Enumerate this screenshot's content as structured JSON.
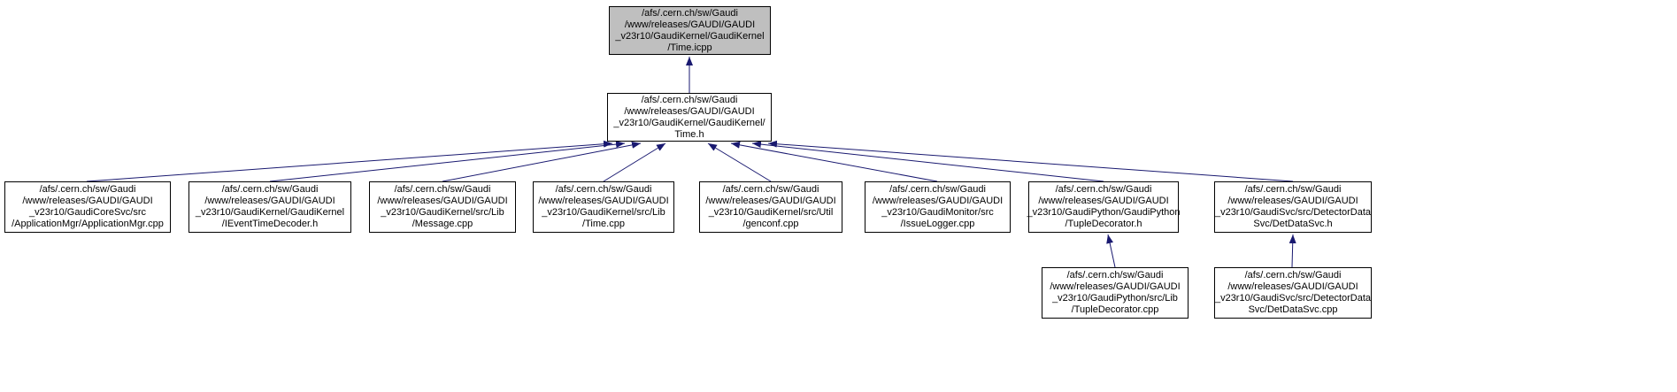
{
  "colors": {
    "edge": "#191970",
    "node_border": "#000000",
    "node_fill": "#ffffff",
    "highlighted_node_fill": "#bfbfbf"
  },
  "nodes": [
    {
      "id": "time-icpp",
      "highlighted": true,
      "label": "/afs/.cern.ch/sw/Gaudi\n/www/releases/GAUDI/GAUDI\n_v23r10/GaudiKernel/GaudiKernel\n/Time.icpp"
    },
    {
      "id": "time-h",
      "highlighted": false,
      "label": "/afs/.cern.ch/sw/Gaudi\n/www/releases/GAUDI/GAUDI\n_v23r10/GaudiKernel/GaudiKernel/\nTime.h"
    },
    {
      "id": "applicationmgr-cpp",
      "highlighted": false,
      "label": "/afs/.cern.ch/sw/Gaudi\n/www/releases/GAUDI/GAUDI\n_v23r10/GaudiCoreSvc/src\n/ApplicationMgr/ApplicationMgr.cpp"
    },
    {
      "id": "ieventtimedecoder-h",
      "highlighted": false,
      "label": "/afs/.cern.ch/sw/Gaudi\n/www/releases/GAUDI/GAUDI\n_v23r10/GaudiKernel/GaudiKernel\n/IEventTimeDecoder.h"
    },
    {
      "id": "message-cpp",
      "highlighted": false,
      "label": "/afs/.cern.ch/sw/Gaudi\n/www/releases/GAUDI/GAUDI\n_v23r10/GaudiKernel/src/Lib\n/Message.cpp"
    },
    {
      "id": "time-cpp",
      "highlighted": false,
      "label": "/afs/.cern.ch/sw/Gaudi\n/www/releases/GAUDI/GAUDI\n_v23r10/GaudiKernel/src/Lib\n/Time.cpp"
    },
    {
      "id": "genconf-cpp",
      "highlighted": false,
      "label": "/afs/.cern.ch/sw/Gaudi\n/www/releases/GAUDI/GAUDI\n_v23r10/GaudiKernel/src/Util\n/genconf.cpp"
    },
    {
      "id": "issuelogger-cpp",
      "highlighted": false,
      "label": "/afs/.cern.ch/sw/Gaudi\n/www/releases/GAUDI/GAUDI\n_v23r10/GaudiMonitor/src\n/IssueLogger.cpp"
    },
    {
      "id": "tupledecorator-h",
      "highlighted": false,
      "label": "/afs/.cern.ch/sw/Gaudi\n/www/releases/GAUDI/GAUDI\n_v23r10/GaudiPython/GaudiPython\n/TupleDecorator.h"
    },
    {
      "id": "detdatasvc-h",
      "highlighted": false,
      "label": "/afs/.cern.ch/sw/Gaudi\n/www/releases/GAUDI/GAUDI\n_v23r10/GaudiSvc/src/DetectorData\nSvc/DetDataSvc.h"
    },
    {
      "id": "tupledecorator-cpp",
      "highlighted": false,
      "label": "/afs/.cern.ch/sw/Gaudi\n/www/releases/GAUDI/GAUDI\n_v23r10/GaudiPython/src/Lib\n/TupleDecorator.cpp"
    },
    {
      "id": "detdatasvc-cpp",
      "highlighted": false,
      "label": "/afs/.cern.ch/sw/Gaudi\n/www/releases/GAUDI/GAUDI\n_v23r10/GaudiSvc/src/DetectorData\nSvc/DetDataSvc.cpp"
    }
  ],
  "edges": [
    {
      "from": "time-h",
      "to": "time-icpp"
    },
    {
      "from": "applicationmgr-cpp",
      "to": "time-h"
    },
    {
      "from": "ieventtimedecoder-h",
      "to": "time-h"
    },
    {
      "from": "message-cpp",
      "to": "time-h"
    },
    {
      "from": "time-cpp",
      "to": "time-h"
    },
    {
      "from": "genconf-cpp",
      "to": "time-h"
    },
    {
      "from": "issuelogger-cpp",
      "to": "time-h"
    },
    {
      "from": "tupledecorator-h",
      "to": "time-h"
    },
    {
      "from": "detdatasvc-h",
      "to": "time-h"
    },
    {
      "from": "tupledecorator-cpp",
      "to": "tupledecorator-h"
    },
    {
      "from": "detdatasvc-cpp",
      "to": "detdatasvc-h"
    }
  ]
}
